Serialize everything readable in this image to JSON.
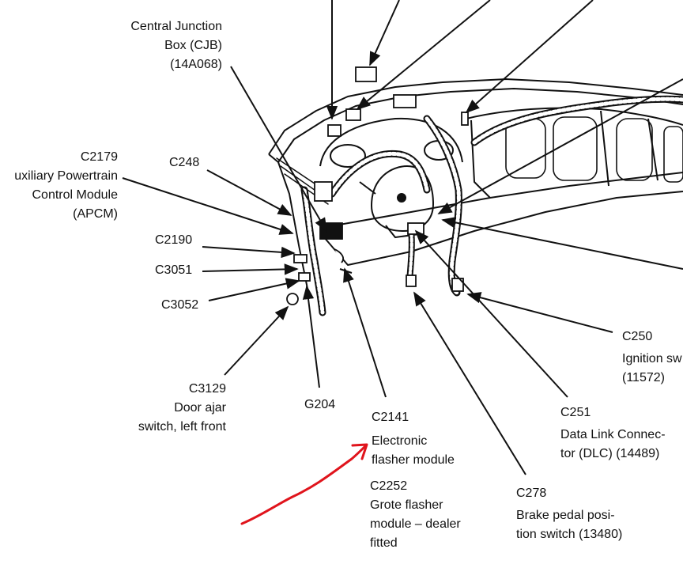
{
  "colors": {
    "ink": "#111111",
    "annotation": "#e0141c",
    "background": "#ffffff"
  },
  "labels": {
    "cjb": {
      "line1": "Central Junction",
      "line2": "Box (CJB)",
      "line3": "(14A068)"
    },
    "c2179": {
      "line1": "C2179",
      "line2": "uxiliary Powertrain",
      "line3": "Control Module",
      "line4": "(APCM)"
    },
    "c248": "C248",
    "c2190": "C2190",
    "c3051": "C3051",
    "c3052": "C3052",
    "c3129": {
      "line1": "C3129",
      "line2": "Door ajar",
      "line3": "switch, left front"
    },
    "g204": "G204",
    "c2141": {
      "line1": "C2141",
      "line2": "Electronic",
      "line3": "flasher module"
    },
    "c2252": {
      "line1": "C2252",
      "line2": "Grote flasher",
      "line3": "module – dealer",
      "line4": "fitted"
    },
    "c278": {
      "line1": "C278",
      "line2": "Brake pedal posi-",
      "line3": "tion switch (13480)"
    },
    "c251": {
      "line1": "C251",
      "line2": "Data Link Connec-",
      "line3": "tor (DLC) (14489)"
    },
    "c250": {
      "line1": "C250",
      "line2": "Ignition sw",
      "line3": "(11572)"
    }
  },
  "icons": [
    "wiring-harness",
    "steering-column",
    "instrument-panel",
    "leader-arrow",
    "hand-drawn-red-arrow"
  ]
}
